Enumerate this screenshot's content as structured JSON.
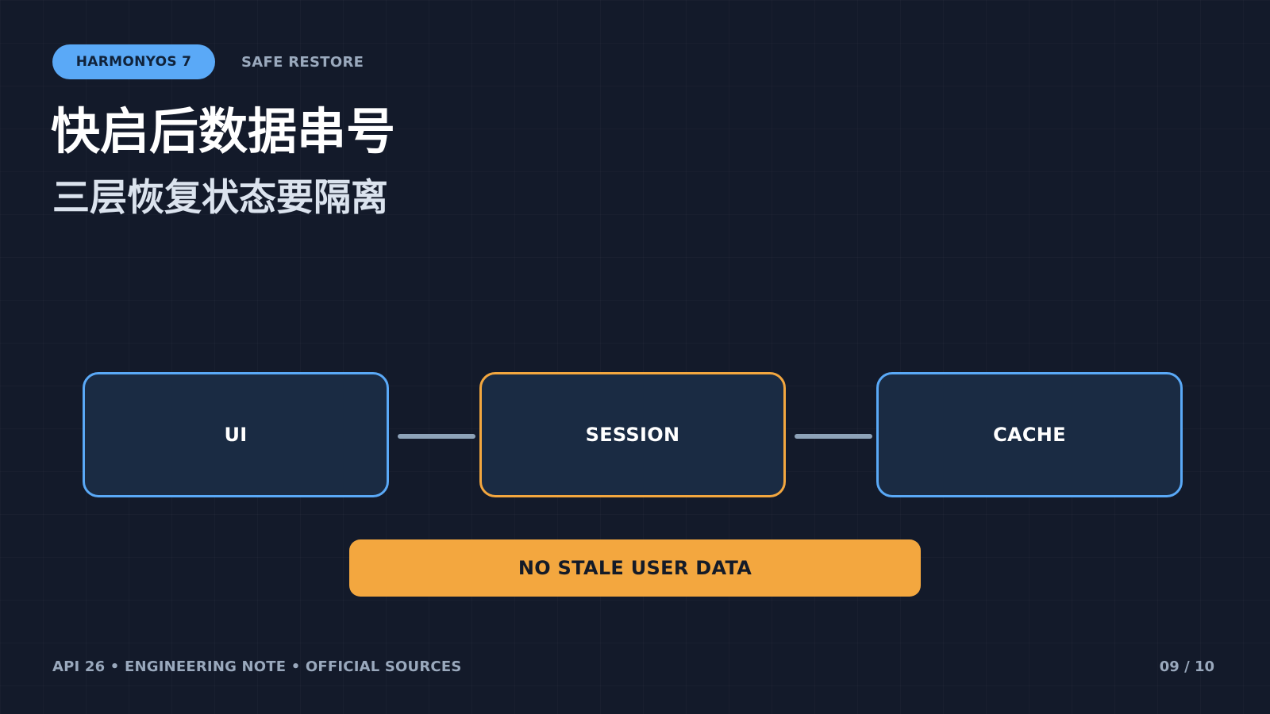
{
  "header": {
    "tag": "HARMONYOS 7",
    "subtag": "SAFE RESTORE",
    "title": "快启后数据串号",
    "subtitle": "三层恢复状态要隔离"
  },
  "diagram": {
    "nodes": [
      {
        "label": "UI",
        "accent": false
      },
      {
        "label": "SESSION",
        "accent": true
      },
      {
        "label": "CACHE",
        "accent": false
      }
    ],
    "banner": "NO STALE USER DATA"
  },
  "footer": {
    "left": "API 26 • ENGINEERING NOTE • OFFICIAL SOURCES",
    "page": "09 / 10"
  },
  "colors": {
    "background": "#131a2a",
    "primary": "#5aa9f7",
    "accent": "#f3a73f",
    "connector": "#8da2b8",
    "node_fill": "#1a2b43"
  }
}
